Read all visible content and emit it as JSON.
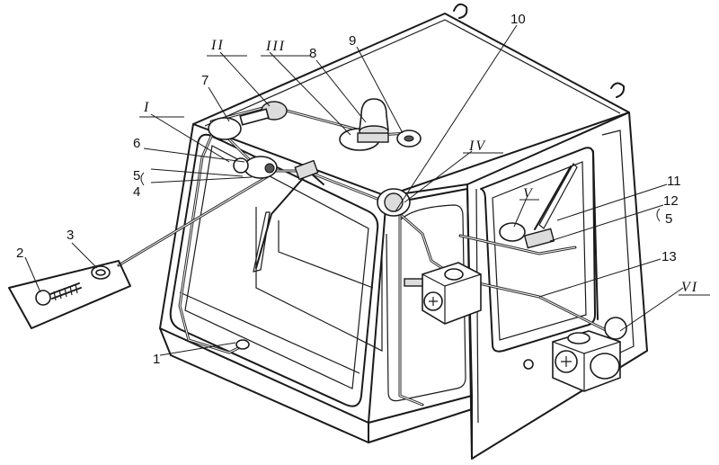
{
  "labels": {
    "n1": "1",
    "n2": "2",
    "n3": "3",
    "n4": "4",
    "n5a": "5",
    "n5b": "5",
    "n6": "6",
    "n7": "7",
    "n8": "8",
    "n9": "9",
    "n10": "10",
    "n11": "11",
    "n12": "12",
    "n13": "13",
    "rI": "I",
    "rII": "II",
    "rIII": "III",
    "rIV": "IV",
    "rV": "V",
    "rVI": "VI"
  }
}
